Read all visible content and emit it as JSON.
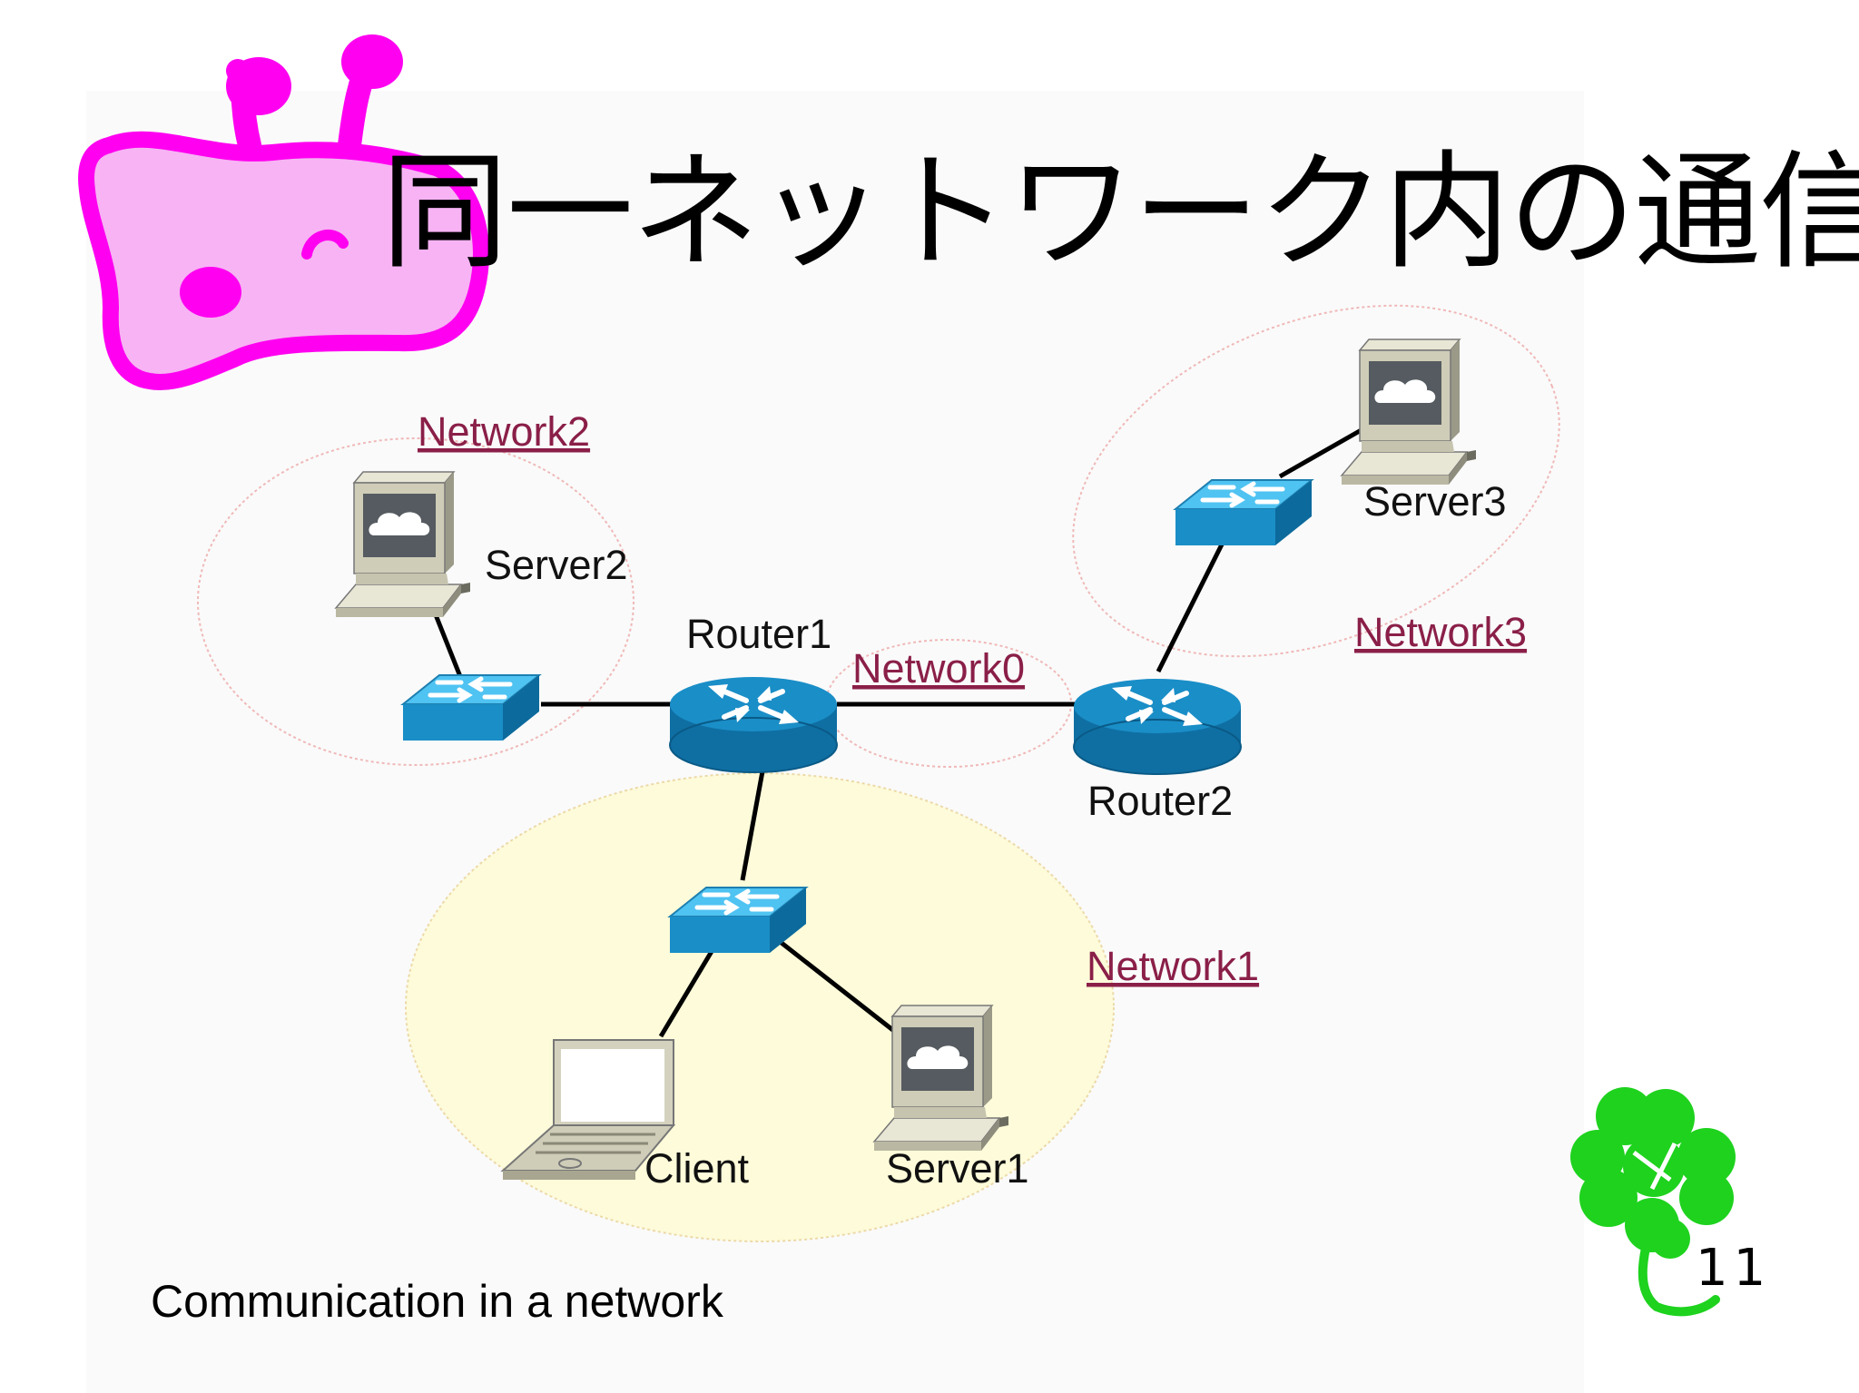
{
  "title": "同一ネットワーク内の通信",
  "caption": "Communication in a network",
  "page_number": "11",
  "colors": {
    "network_link": "#8a1f48",
    "network1_fill": "#fdfbd9",
    "device_blue": "#1a8ec7",
    "mascot_pink": "#ff00f0",
    "clover_green": "#1ed21e"
  },
  "nodes": {
    "router1": "Router1",
    "router2": "Router2",
    "server1": "Server1",
    "server2": "Server2",
    "server3": "Server3",
    "client": "Client"
  },
  "networks": {
    "network0": "Network0",
    "network1": "Network1",
    "network2": "Network2",
    "network3": "Network3"
  },
  "icons": [
    "giraffe-mascot-icon",
    "four-leaf-clover-icon",
    "router-icon",
    "switch-icon",
    "server-icon",
    "laptop-icon"
  ]
}
